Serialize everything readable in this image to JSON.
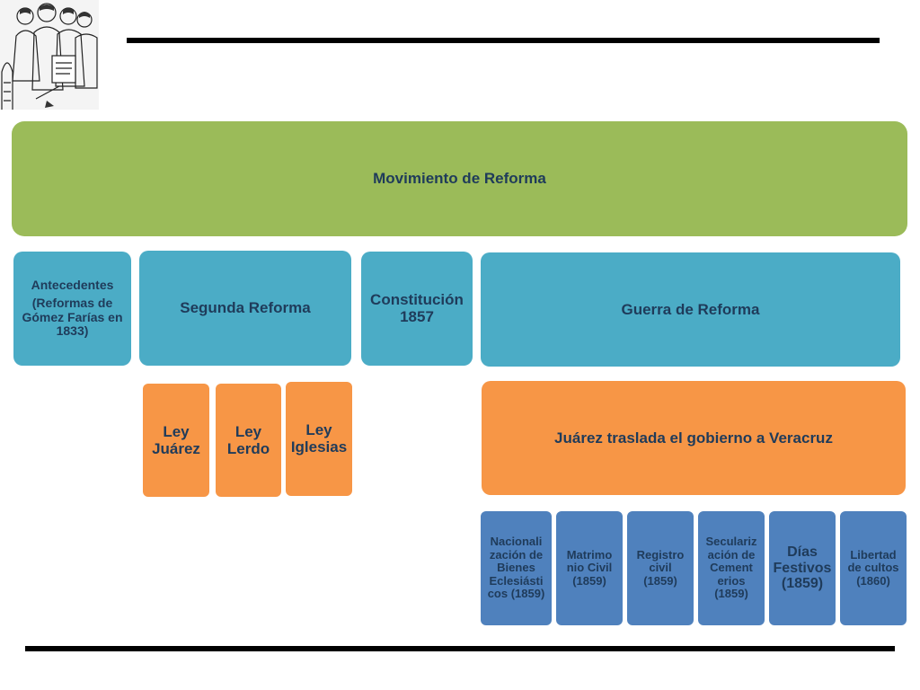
{
  "diagram": {
    "root": {
      "label": "Movimiento de Reforma"
    },
    "antecedentes": {
      "title": "Antecedentes",
      "detail": "(Reformas de Gómez Farías en 1833)"
    },
    "segunda_reforma": {
      "label": "Segunda Reforma",
      "leyes": [
        "Ley Juárez",
        "Ley Lerdo",
        "Ley Iglesias"
      ]
    },
    "constitucion": {
      "label": "Constitución 1857"
    },
    "guerra": {
      "label": "Guerra de Reforma",
      "veracruz": "Juárez traslada el gobierno a Veracruz",
      "leyes": [
        "Nacionali zación de Bienes Eclesiásti cos (1859)",
        "Matrimo nio Civil (1859)",
        "Registro civil (1859)",
        "Seculariz ación de Cement erios (1859)",
        "Días Festivos (1859)",
        "Libertad de cultos (1860)"
      ]
    }
  },
  "colors": {
    "root": "#9bbb59",
    "level2": "#4bacc6",
    "laws": "#f79646",
    "guerra_laws": "#4f81bd",
    "text": "#1f3b5a"
  },
  "icons": [
    "engraving-illustration"
  ]
}
